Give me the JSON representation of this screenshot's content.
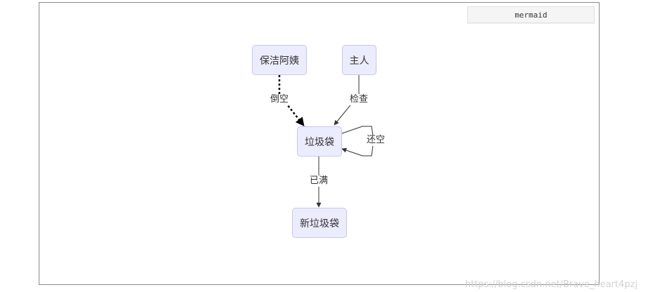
{
  "badge": {
    "label": "mermaid"
  },
  "nodes": {
    "cleaner": "保洁阿姨",
    "owner": "主人",
    "bag": "垃圾袋",
    "new_bag": "新垃圾袋"
  },
  "edges": {
    "cleaner_to_bag": "倒空",
    "owner_to_bag": "检查",
    "bag_self_loop": "还空",
    "bag_to_new_bag": "已满"
  },
  "watermark": "https://blog.csdn.net/Brave_heart4pzj",
  "colors": {
    "node_fill": "#ececff",
    "node_border": "#c6c6f0",
    "edge": "#333333"
  }
}
